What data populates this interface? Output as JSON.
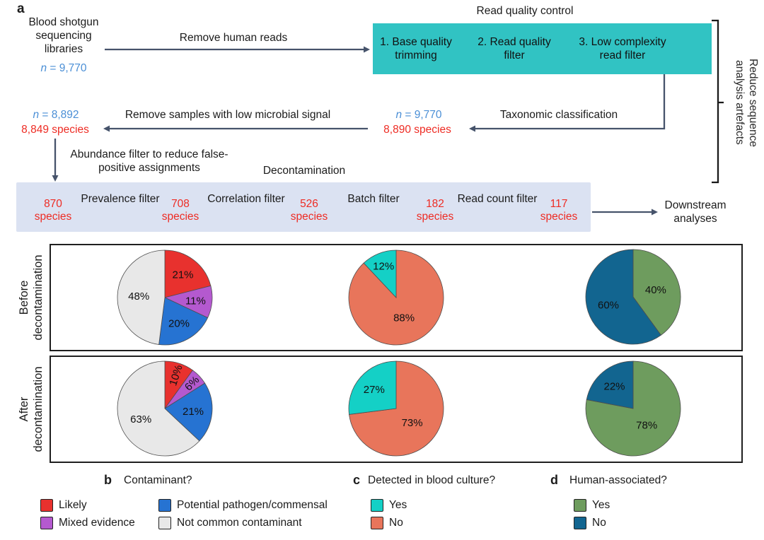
{
  "colors": {
    "qc-box": "#31c3c3",
    "decontamination-box": "#dbe2f2",
    "arrow": "#46536b",
    "bracket": "#1a1a1a",
    "n-blue": "#4b8fd6",
    "species-red": "#ee2c24",
    "text": "#1b1b1b",
    "panel-border": "#1f1f1f",
    "likely-red": "#e8312e",
    "mixed-purple": "#b459cf",
    "pathogen-blue": "#2673d2",
    "notcommon-gray": "#e8e8e8",
    "yes-teal": "#14d0c6",
    "no-salmon": "#e8755b",
    "yes-green": "#6e9c5e",
    "no-darkblue": "#126590"
  },
  "panel_letters": {
    "a": "a",
    "b": "b",
    "c": "c",
    "d": "d"
  },
  "flowchart": {
    "source": {
      "title": "Blood shotgun\nsequencing\nlibraries",
      "n_sym": "n",
      "n_rest": " = 9,770"
    },
    "remove_human_label": "Remove human reads",
    "qc_title": "Read quality control",
    "qc_steps": [
      "1. Base quality\ntrimming",
      "2. Read quality\nfilter",
      "3. Low complexity\nread filter"
    ],
    "side_bracket_label": "Reduce sequence\nanalysis artefacts",
    "taxonomic_label": "Taxonomic classification",
    "post_tax": {
      "n_sym": "n",
      "n_rest": " = 9,770",
      "species": "8,890 species"
    },
    "remove_low_signal_label": "Remove samples with low microbial signal",
    "post_filter": {
      "n_sym": "n",
      "n_rest": " = 8,892",
      "species": "8,849 species"
    },
    "abundance_label": "Abundance filter to reduce false-\npositive assignments",
    "downstream_label": "Downstream\nanalyses"
  },
  "decontamination": {
    "label": "Decontamination",
    "stages": [
      "870\nspecies",
      "708\nspecies",
      "526\nspecies",
      "182\nspecies",
      "117\nspecies"
    ],
    "filters": [
      "Prevalence filter",
      "Correlation filter",
      "Batch filter",
      "Read count filter"
    ]
  },
  "rows": [
    "Before\ndecontamination",
    "After\ndecontamination"
  ],
  "legends": {
    "b": {
      "title": "Contaminant?",
      "items": [
        {
          "label": "Likely",
          "color": "#e8312e"
        },
        {
          "label": "Mixed evidence",
          "color": "#b459cf"
        },
        {
          "label": "Potential pathogen/commensal",
          "color": "#2673d2"
        },
        {
          "label": "Not common contaminant",
          "color": "#e8e8e8"
        }
      ]
    },
    "c": {
      "title": "Detected in blood culture?",
      "items": [
        {
          "label": "Yes",
          "color": "#14d0c6"
        },
        {
          "label": "No",
          "color": "#e8755b"
        }
      ]
    },
    "d": {
      "title": "Human-associated?",
      "items": [
        {
          "label": "Yes",
          "color": "#6e9c5e"
        },
        {
          "label": "No",
          "color": "#126590"
        }
      ]
    }
  },
  "chart_data": [
    {
      "type": "pie",
      "id": "b_before",
      "row": "Before decontamination",
      "question": "Contaminant?",
      "start": "12 o'clock",
      "direction": "clockwise",
      "slices": [
        {
          "label": "Likely",
          "pct": 21,
          "color": "#e8312e"
        },
        {
          "label": "Mixed evidence",
          "pct": 11,
          "color": "#b459cf"
        },
        {
          "label": "Potential pathogen/commensal",
          "pct": 20,
          "color": "#2673d2"
        },
        {
          "label": "Not common contaminant",
          "pct": 48,
          "color": "#e8e8e8"
        }
      ]
    },
    {
      "type": "pie",
      "id": "c_before",
      "row": "Before decontamination",
      "question": "Detected in blood culture?",
      "start": "12 o'clock",
      "direction": "clockwise",
      "slices": [
        {
          "label": "No",
          "pct": 88,
          "color": "#e8755b"
        },
        {
          "label": "Yes",
          "pct": 12,
          "color": "#14d0c6"
        }
      ]
    },
    {
      "type": "pie",
      "id": "d_before",
      "row": "Before decontamination",
      "question": "Human-associated?",
      "start": "12 o'clock",
      "direction": "clockwise",
      "slices": [
        {
          "label": "Yes",
          "pct": 40,
          "color": "#6e9c5e"
        },
        {
          "label": "No",
          "pct": 60,
          "color": "#126590"
        }
      ]
    },
    {
      "type": "pie",
      "id": "b_after",
      "row": "After decontamination",
      "question": "Contaminant?",
      "start": "12 o'clock",
      "direction": "clockwise",
      "slices": [
        {
          "label": "Likely",
          "pct": 10,
          "color": "#e8312e"
        },
        {
          "label": "Mixed evidence",
          "pct": 6,
          "color": "#b459cf"
        },
        {
          "label": "Potential pathogen/commensal",
          "pct": 21,
          "color": "#2673d2"
        },
        {
          "label": "Not common contaminant",
          "pct": 63,
          "color": "#e8e8e8"
        }
      ]
    },
    {
      "type": "pie",
      "id": "c_after",
      "row": "After decontamination",
      "question": "Detected in blood culture?",
      "start": "12 o'clock",
      "direction": "clockwise",
      "slices": [
        {
          "label": "No",
          "pct": 73,
          "color": "#e8755b"
        },
        {
          "label": "Yes",
          "pct": 27,
          "color": "#14d0c6"
        }
      ]
    },
    {
      "type": "pie",
      "id": "d_after",
      "row": "After decontamination",
      "question": "Human-associated?",
      "start": "12 o'clock",
      "direction": "clockwise",
      "slices": [
        {
          "label": "Yes",
          "pct": 78,
          "color": "#6e9c5e"
        },
        {
          "label": "No",
          "pct": 22,
          "color": "#126590"
        }
      ]
    }
  ]
}
